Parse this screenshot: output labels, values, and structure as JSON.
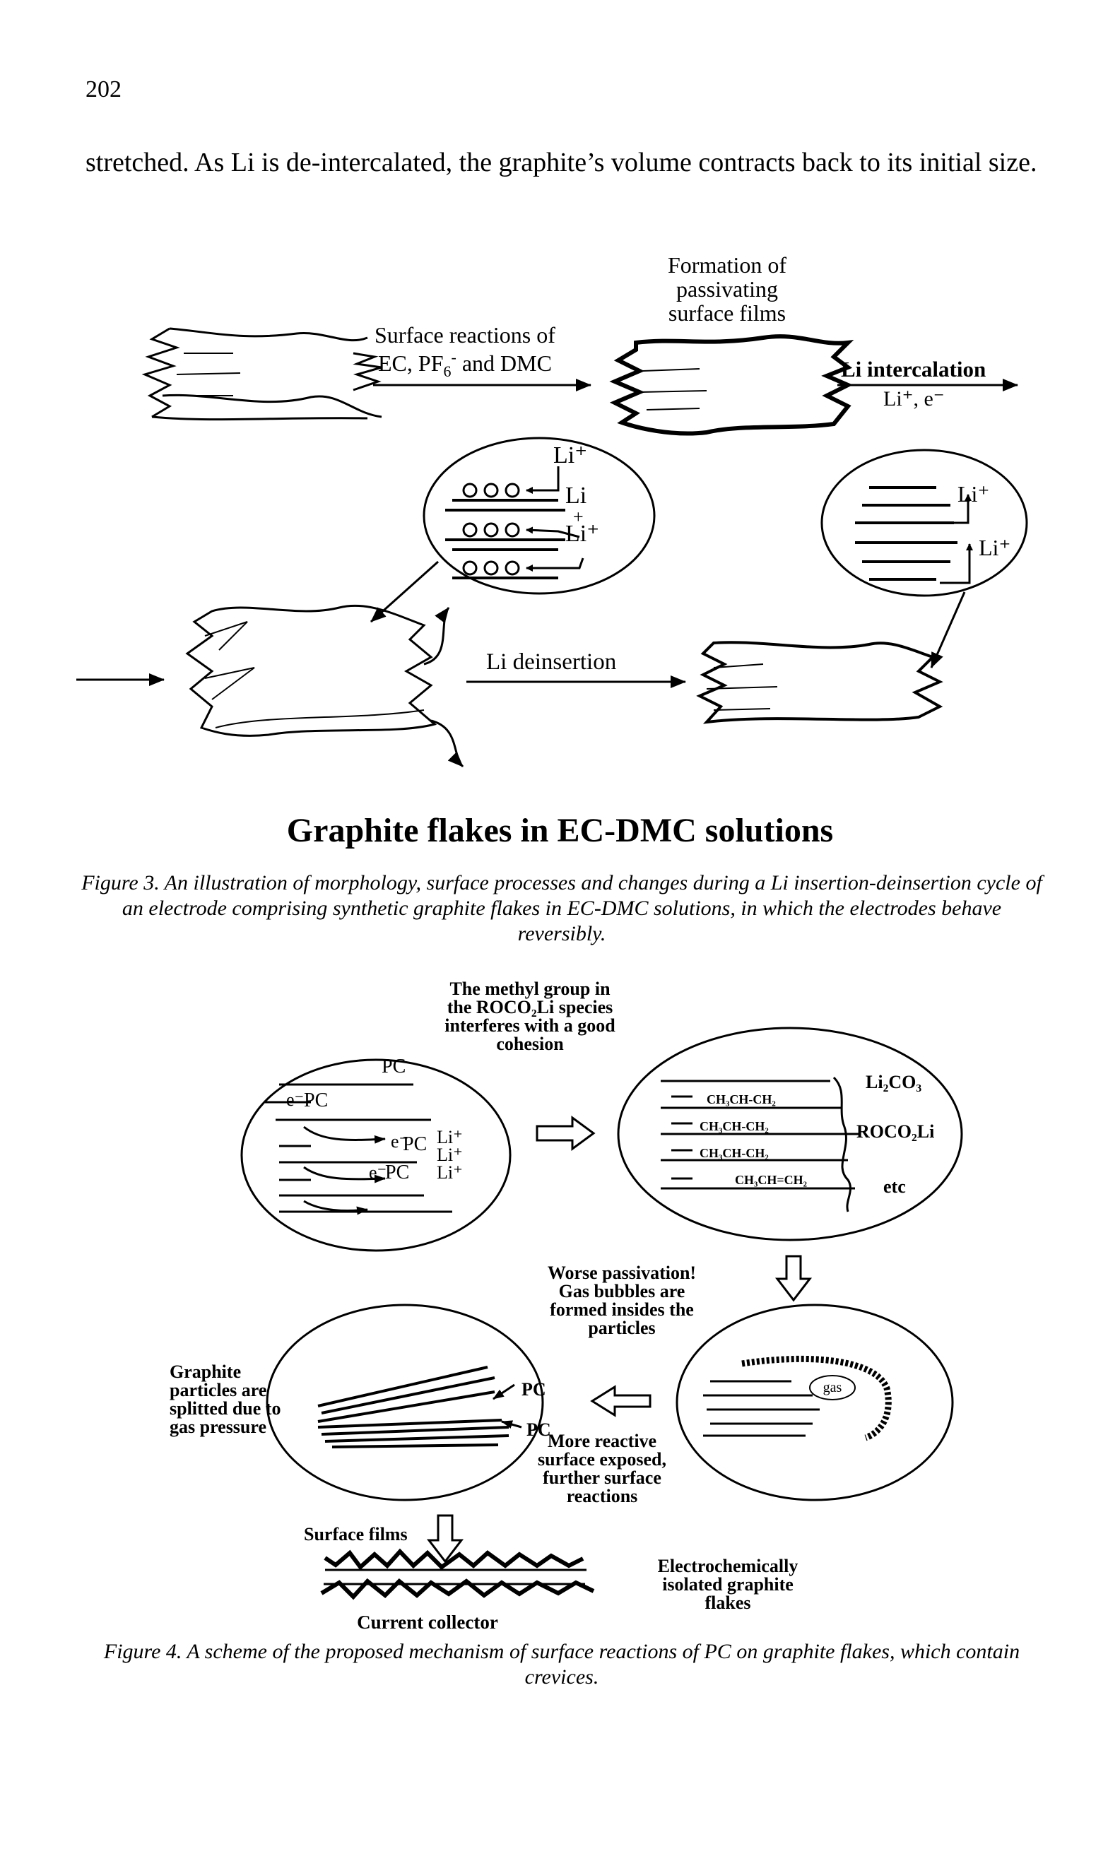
{
  "page_number": "202",
  "body_text": "stretched. As Li is de-intercalated, the graphite’s volume contracts back to its initial size.",
  "figure3": {
    "formation_label": "Formation of\npassivating\nsurface films",
    "surface_reactions_line1": "Surface reactions of",
    "surface_reactions_line2_a": "EC, PF",
    "surface_reactions_line2_sub": "6",
    "surface_reactions_line2_sup": "-",
    "surface_reactions_line2_b": " and DMC",
    "li_intercalation": "Li intercalation",
    "li_plus_e": "Li⁺, e⁻",
    "li_plus": "Li⁺",
    "li": "Li",
    "plus": "+",
    "li_deinsertion": "Li deinsertion",
    "title": "Graphite flakes in EC-DMC solutions",
    "caption": "Figure 3. An illustration of morphology, surface processes and changes during a Li insertion-deinsertion cycle of an electrode comprising synthetic graphite flakes in EC-DMC solutions, in which the electrodes behave reversibly."
  },
  "figure4": {
    "methyl_note": "The methyl group in\nthe ROCO₂Li species\ninterferes with a good\ncohesion",
    "pc": "PC",
    "e_minus": "e⁻",
    "li_plus": "Li⁺",
    "li2co3": "Li₂CO₃",
    "roco2li": "ROCO₂Li",
    "etc": "etc",
    "chain1": "CH₃CH-CH₂",
    "chain2": "CH₃CH-CH₂",
    "chain3": "CH₃CH-CH₂",
    "chain4": "CH₃CH=CH₂",
    "worse_passivation": "Worse passivation!\nGas bubbles are\nformed insides the\nparticles",
    "gas": "gas",
    "graphite_split": "Graphite\nparticles are\nsplitted due to\ngas pressure",
    "more_reactive": "More reactive\nsurface exposed,\nfurther surface\nreactions",
    "surface_films": "Surface films",
    "current_collector": "Current collector",
    "isolated": "Electrochemically\nisolated graphite\nflakes",
    "caption": "Figure 4. A scheme of the proposed mechanism of surface reactions of PC on graphite flakes, which contain crevices."
  }
}
